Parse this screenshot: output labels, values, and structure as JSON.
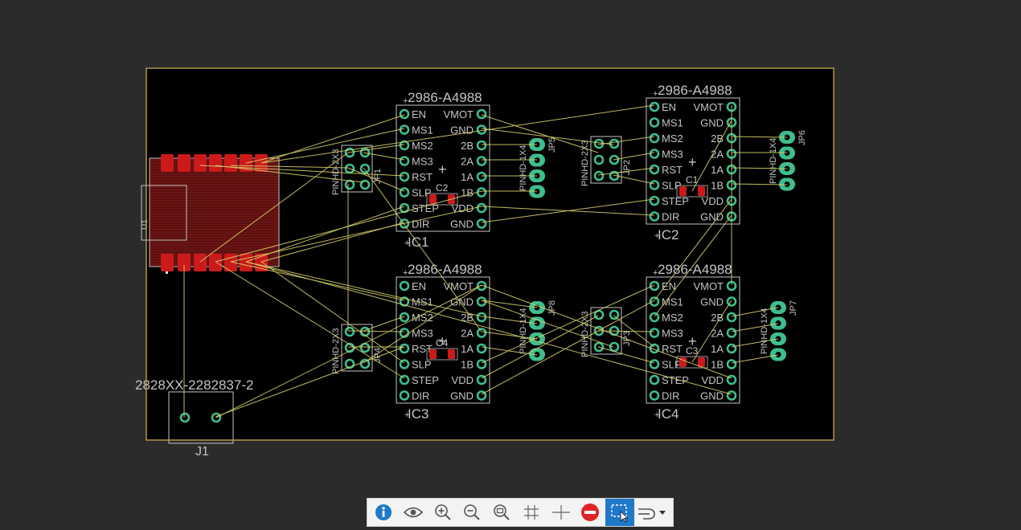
{
  "app": "PCB board layout viewer",
  "board": {
    "ics": [
      {
        "ref": "IC1",
        "value": "2986-A4988"
      },
      {
        "ref": "IC2",
        "value": "2986-A4988"
      },
      {
        "ref": "IC3",
        "value": "2986-A4988"
      },
      {
        "ref": "IC4",
        "value": "2986-A4988"
      }
    ],
    "ic_left_pins": [
      "EN",
      "MS1",
      "MS2",
      "MS3",
      "RST",
      "SLP",
      "STEP",
      "DIR"
    ],
    "ic_right_pins": [
      "VMOT",
      "GND",
      "2B",
      "2A",
      "1A",
      "1B",
      "VDD",
      "GND"
    ],
    "header_2x3": [
      {
        "ref": "JP1",
        "value": "PINHD-2X3"
      },
      {
        "ref": "JP2",
        "value": "PINHD-2X3"
      },
      {
        "ref": "JP3",
        "value": "PINHD-2X3"
      },
      {
        "ref": "JP4",
        "value": "PINHD-2X3"
      }
    ],
    "header_1x4": [
      {
        "ref": "JP5",
        "value": "PINHD-1X4"
      },
      {
        "ref": "JP6",
        "value": "PINHD-1X4"
      },
      {
        "ref": "JP7",
        "value": "PINHD-1X4"
      },
      {
        "ref": "JP8",
        "value": "PINHD-1X4"
      }
    ],
    "capacitors": [
      "C1",
      "C2",
      "C3",
      "C4"
    ],
    "module": {
      "ref": "U1"
    },
    "terminal": {
      "ref": "J1",
      "value": "2828XX-2282837-2"
    }
  },
  "toolbar": [
    {
      "name": "info",
      "icon": "info-icon",
      "active": false
    },
    {
      "name": "visibility",
      "icon": "eye-icon",
      "active": false
    },
    {
      "name": "zoom-in",
      "icon": "zoom-in-icon",
      "active": false
    },
    {
      "name": "zoom-out",
      "icon": "zoom-out-icon",
      "active": false
    },
    {
      "name": "zoom-fit",
      "icon": "zoom-fit-icon",
      "active": false
    },
    {
      "name": "grid",
      "icon": "grid-icon",
      "active": false
    },
    {
      "name": "crosshair",
      "icon": "crosshair-icon",
      "active": false
    },
    {
      "name": "stop",
      "icon": "stop-icon",
      "active": false
    },
    {
      "name": "select",
      "icon": "select-icon",
      "active": true
    },
    {
      "name": "route",
      "icon": "route-icon",
      "active": false
    }
  ],
  "colors": {
    "background": "#2b2b2b",
    "board": "#000000",
    "outline": "#c8a951",
    "silkscreen": "#c4c4c4",
    "pad": "#3fbd8c",
    "smd_pad": "#cc1a1a",
    "airwire": "#d6cf6a",
    "accent": "#1f78c8"
  }
}
